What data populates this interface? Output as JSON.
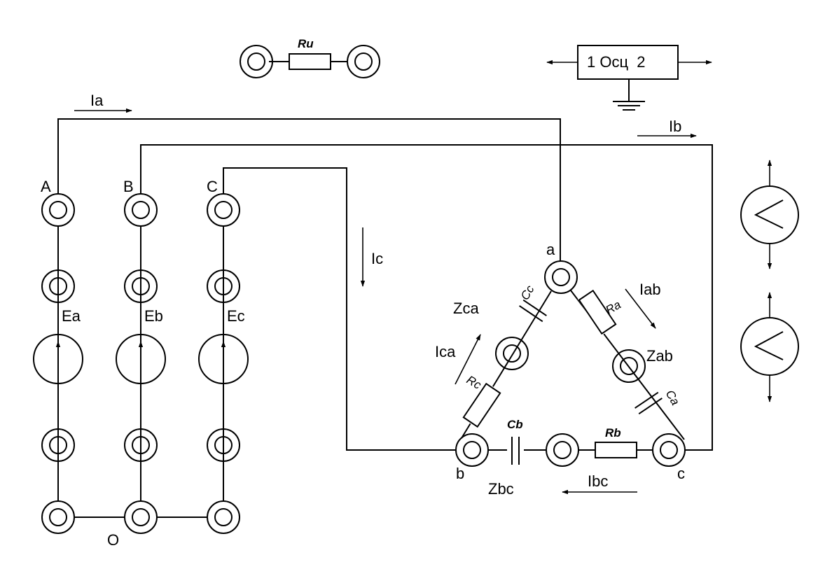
{
  "labels": {
    "node_A": "A",
    "node_B": "B",
    "node_C": "C",
    "neutral_O": "O",
    "source_a": "Ea",
    "source_b": "Eb",
    "source_c": "Ec",
    "current_a": "Ia",
    "current_b": "Ib",
    "current_c": "Ic",
    "node_a": "a",
    "node_b": "b",
    "node_c": "c",
    "current_ab": "Iab",
    "current_bc": "Ibc",
    "current_ca": "Ica",
    "impedance_ab": "Zab",
    "impedance_bc": "Zbc",
    "impedance_ca": "Zca",
    "resistor_a": "Ra",
    "resistor_b": "Rb",
    "resistor_c": "Rc",
    "capacitor_a": "Ca",
    "capacitor_b": "Cb",
    "capacitor_c": "Cc",
    "resistor_u": "Ru",
    "oscilloscope": "1 Осц  2"
  }
}
